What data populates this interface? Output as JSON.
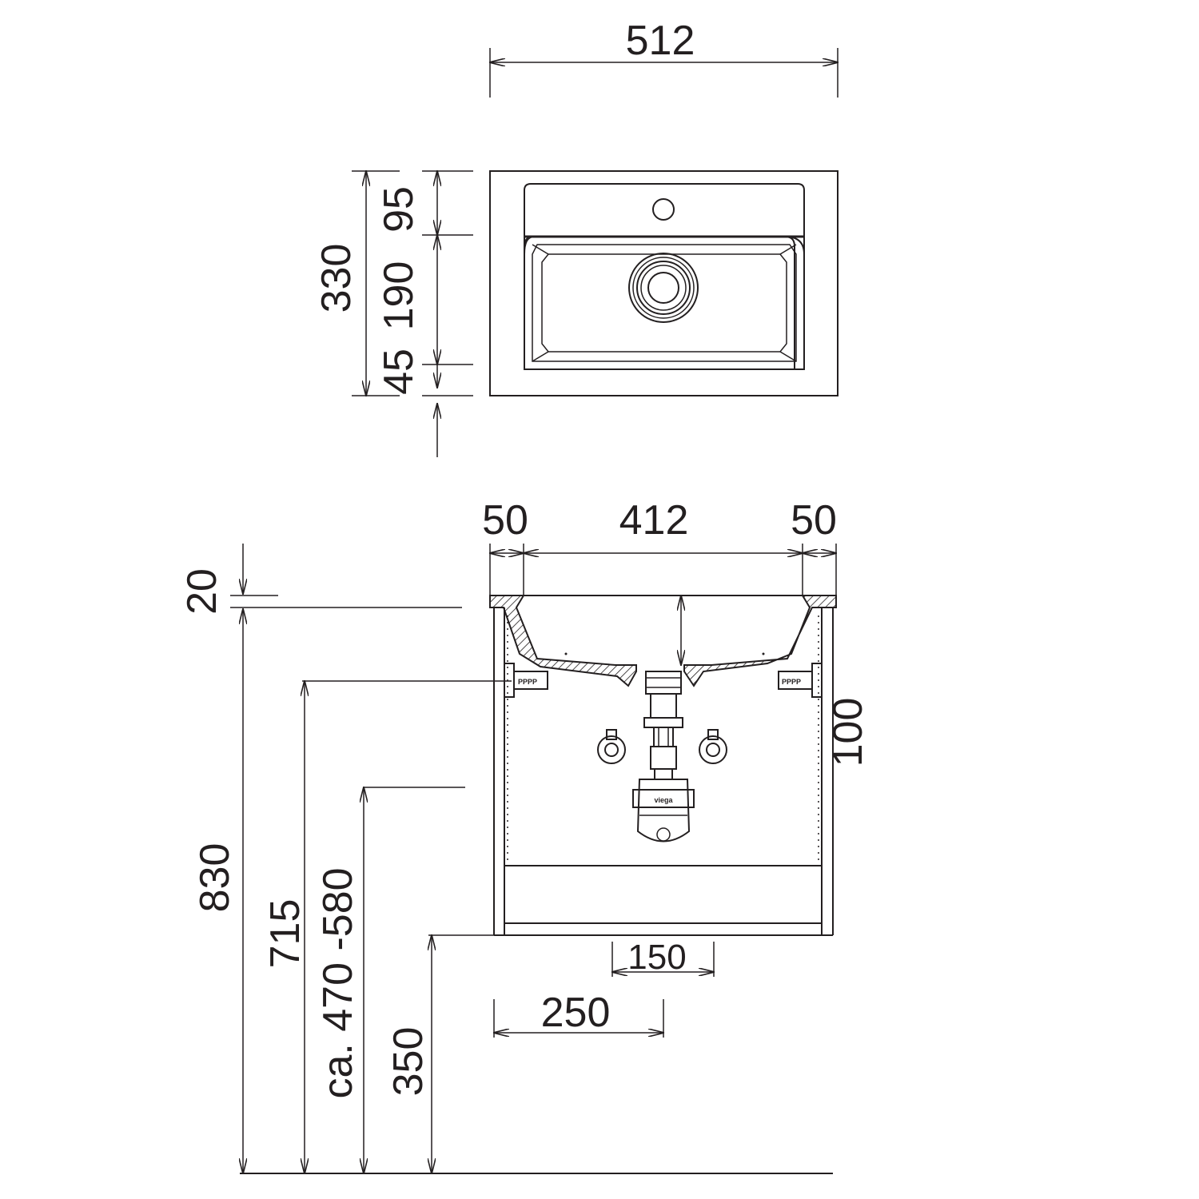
{
  "top_view": {
    "width_dim": "512",
    "depth_total_dim": "330",
    "segment_front_dim": "45",
    "segment_basin_dim": "190",
    "segment_back_dim": "95"
  },
  "front_view": {
    "side_left_dim": "50",
    "inner_width_dim": "412",
    "side_right_dim": "50",
    "top_thickness_dim": "20",
    "basin_depth_dim": "100",
    "total_height_dim": "830",
    "bracket_height_dim": "715",
    "outlet_height_dim": "ca. 470 -580",
    "cabinet_bottom_dim": "350",
    "drain_width_dim": "150",
    "drain_offset_dim": "250",
    "trap_brand": "viega"
  }
}
